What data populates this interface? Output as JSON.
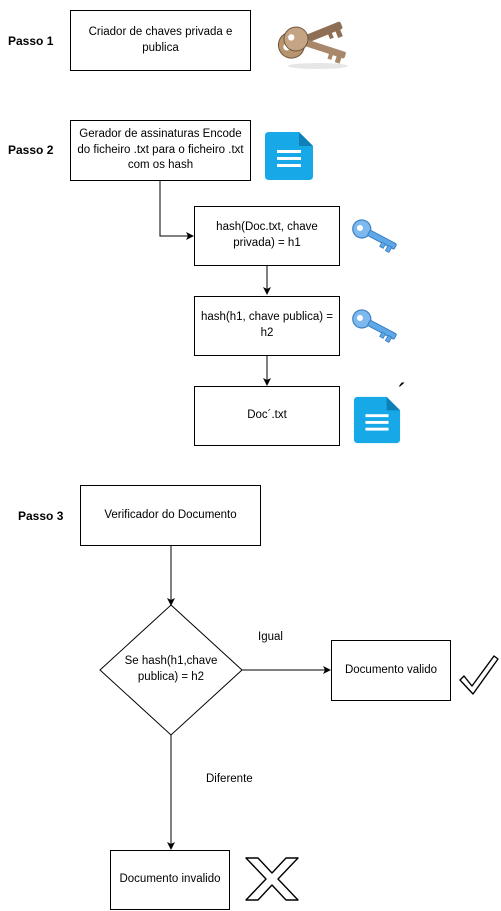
{
  "steps": [
    "Passo 1",
    "Passo 2",
    "Passo 3"
  ],
  "boxes": {
    "key_creator": "Criador de chaves privada e publica",
    "signature_generator": "Gerador de assinaturas Encode do ficheiro .txt para o ficheiro .txt com os hash",
    "hash_private": "hash(Doc.txt, chave privada) = h1",
    "hash_public": "hash(h1, chave publica) = h2",
    "doc_output": "Doc´.txt",
    "verifier": "Verificador do Documento",
    "valid": "Documento valido",
    "invalid": "Documento invalido"
  },
  "decision": "Se hash(h1,chave publica) = h2",
  "edge_labels": {
    "equal": "Igual",
    "different": "Diferente"
  },
  "doc_mark": "´",
  "colors": {
    "doc_icon": "#17A8E8",
    "blue_key": "#5FA8E8",
    "brass_key": "#A9876A"
  },
  "icons": [
    "keys-icon",
    "document-icon",
    "blue-key-icon",
    "checkmark-icon",
    "cross-icon"
  ]
}
